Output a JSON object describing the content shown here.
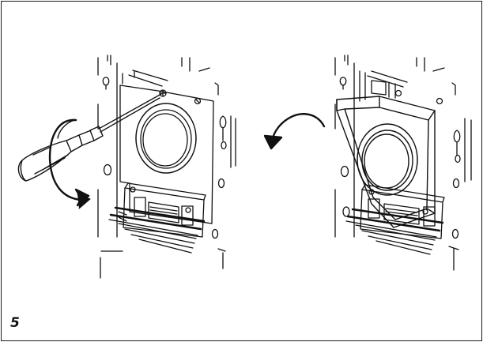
{
  "figure": {
    "step_number": "5",
    "panels": [
      {
        "id": "unscrew",
        "tool": "screwdriver-icon",
        "motion": "rotate-arrow-icon"
      },
      {
        "id": "remove-cover",
        "motion": "rotate-arrow-icon"
      }
    ]
  },
  "colors": {
    "line": "#111111",
    "background": "#ffffff",
    "frame": "#1a1a1a"
  }
}
